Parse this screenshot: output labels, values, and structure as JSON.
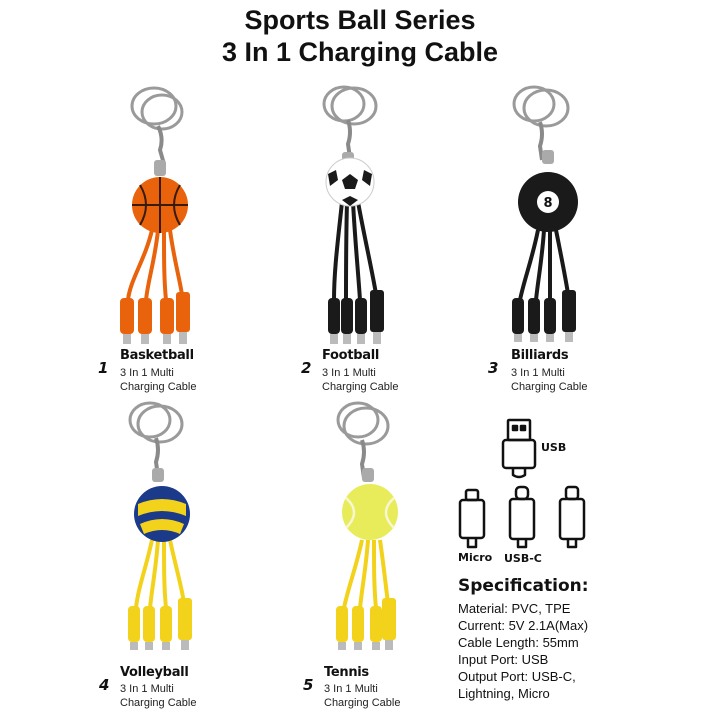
{
  "title": {
    "line1": "Sports Ball Series",
    "line2": "3 In 1 Charging Cable"
  },
  "products": [
    {
      "number": "1",
      "name": "Basketball",
      "description": "3 In 1 Multi\nCharging Cable",
      "color": "#e8630c"
    },
    {
      "number": "2",
      "name": "Football",
      "description": "3 In 1 Multi\nCharging Cable",
      "color": "#1a1a1a"
    },
    {
      "number": "3",
      "name": "Billiards",
      "description": "3 In 1 Multi\nCharging Cable",
      "color": "#1a1a1a",
      "ball_label": "8"
    },
    {
      "number": "4",
      "name": "Volleyball",
      "description": "3 In 1 Multi\nCharging Cable",
      "color": "#f2d21b"
    },
    {
      "number": "5",
      "name": "Tennis",
      "description": "3 In 1 Multi\nCharging Cable",
      "color": "#f2d21b"
    }
  ],
  "connectors": {
    "usb": "USB",
    "micro": "Micro",
    "usbc": "USB-C"
  },
  "specification": {
    "title": "Specification:",
    "lines": [
      "Material: PVC, TPE",
      "Current: 5V 2.1A(Max)",
      "Cable Length: 55mm",
      "Input Port: USB",
      "Output Port: USB-C,",
      "Lightning, Micro"
    ]
  },
  "colors": {
    "keyring": "#9a9a9a",
    "orange": "#e8630c",
    "black": "#1a1a1a",
    "yellow": "#f2d21b",
    "volleyball_blue": "#1b3a8a"
  }
}
